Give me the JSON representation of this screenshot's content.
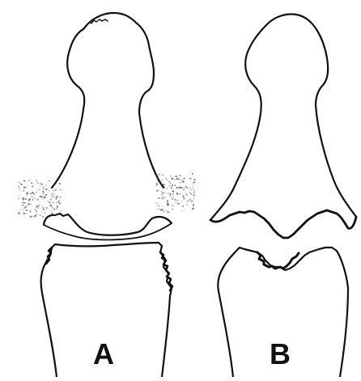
{
  "panels": [
    {
      "id": "A",
      "label": "A"
    },
    {
      "id": "B",
      "label": "B"
    }
  ],
  "colors": {
    "background": "#ffffff",
    "line": "#111111",
    "speckle": "#555555"
  }
}
